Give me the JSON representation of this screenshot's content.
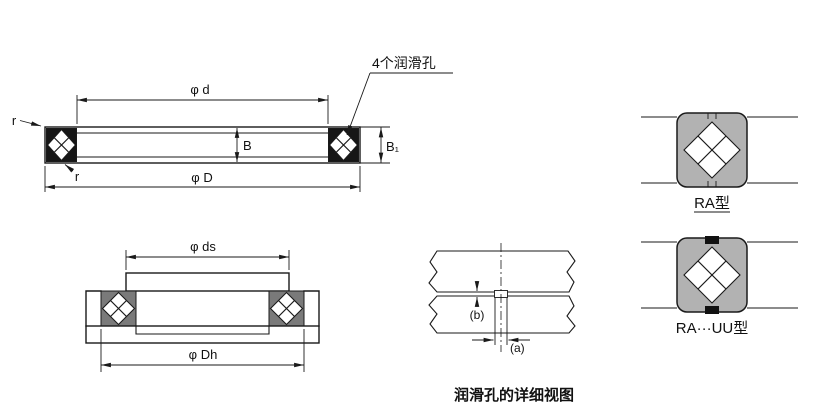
{
  "colors": {
    "line": "#1a1a1a",
    "block_fill": "#161616",
    "gray_block_fill": "#7a7a7a",
    "symbol_fill": "#b2b2b2"
  },
  "top_drawing": {
    "phi_d": "φ d",
    "phi_D": "φ D",
    "b": "B",
    "b1": "B₁",
    "r_top": "r",
    "r_bottom": "r",
    "lubrication_note": "4个润滑孔"
  },
  "bottom_drawing": {
    "phi_ds": "φ ds",
    "phi_Dh": "φ Dh"
  },
  "detail_view": {
    "a": "(a)",
    "b": "(b)",
    "caption": "润滑孔的详细视图"
  },
  "type_symbols": {
    "ra": "RA型",
    "ra_uu": "RA···UU型"
  }
}
